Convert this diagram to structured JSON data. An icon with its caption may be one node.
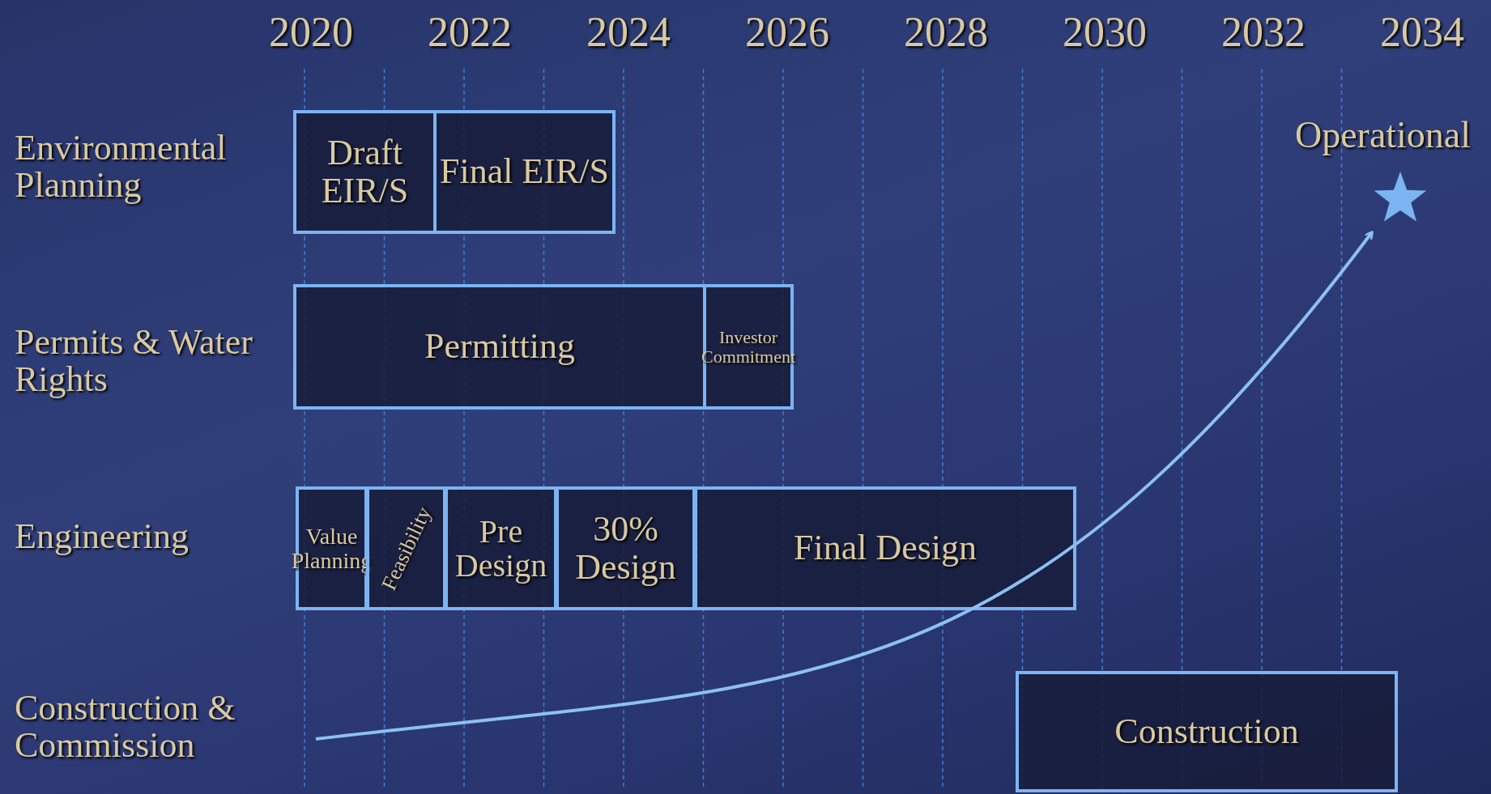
{
  "diagram": {
    "nodes": [
      {
        "text": [
          "Draft EIR/S"
        ]
      },
      {
        "text": [
          "Final EIR/S"
        ]
      },
      {
        "text": [
          "Operational"
        ]
      },
      {
        "text": [
          "Permitting"
        ]
      },
      {
        "text": [
          "Investor Commitment"
        ]
      },
      {
        "text": [
          "Value Planning"
        ]
      },
      {
        "text": [
          "Feasibility"
        ]
      },
      {
        "text": [
          "Pre Design"
        ]
      },
      {
        "text": [
          "30% Design"
        ]
      },
      {
        "text": [
          "Final Design"
        ]
      },
      {
        "text": [
          "Construction"
        ]
      }
    ],
    "edges": [
      {
        "from": null,
        "to": 2,
        "arrow": "to"
      }
    ],
    "labels": [
      "2020",
      "2022",
      "2024",
      "2026",
      "2028",
      "2030",
      "2032",
      "2034",
      "Environmental Planning",
      "Permits & Water Rights",
      "Engineering",
      "Construction & Commission"
    ]
  }
}
